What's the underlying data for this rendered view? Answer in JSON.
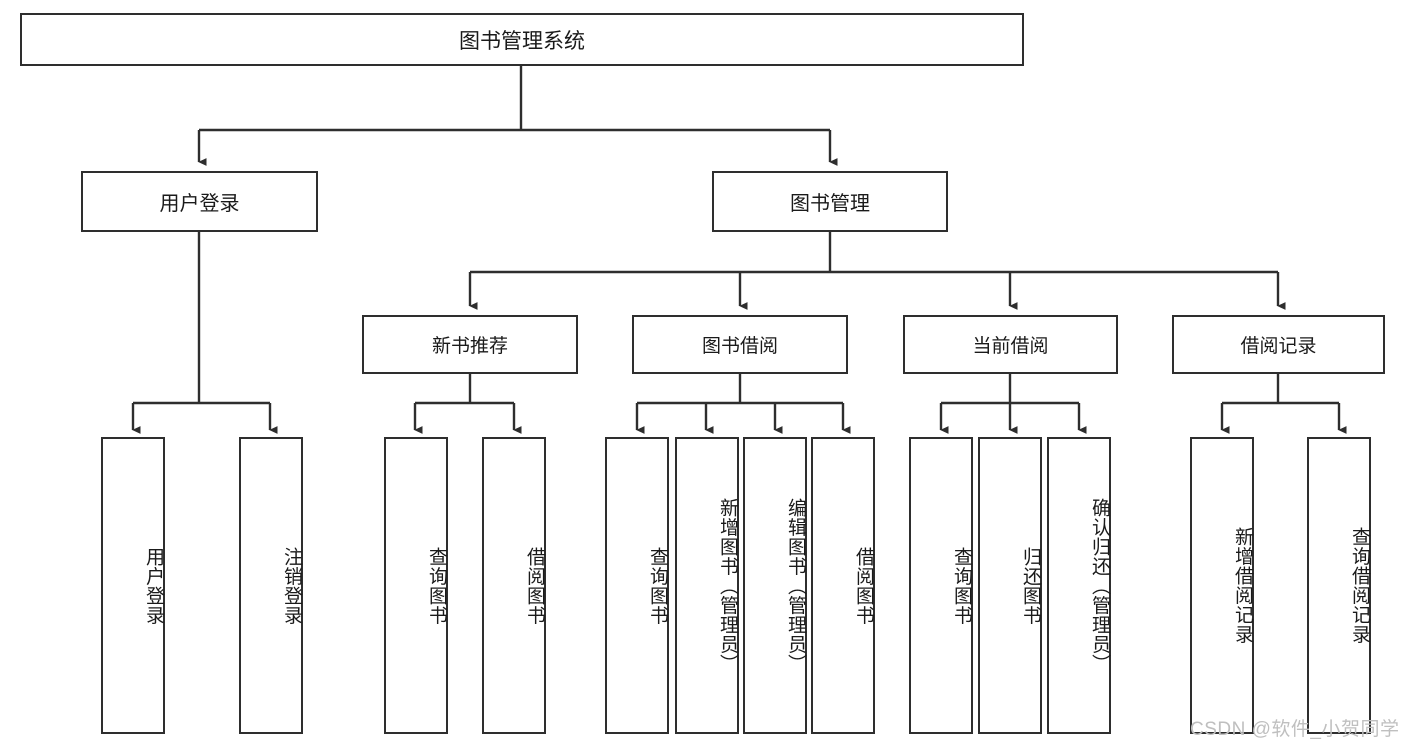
{
  "diagram": {
    "type": "tree-hierarchy-chart",
    "title": "图书管理系统",
    "colors": {
      "box_border": "#2e2e2e",
      "box_fill": "#ffffff",
      "edge": "#2e2e2e",
      "text": "#1a1a1a",
      "watermark": "#bfbfbf"
    },
    "nodes": {
      "root": {
        "label": "图书管理系统"
      },
      "level1": [
        {
          "label": "用户登录"
        },
        {
          "label": "图书管理"
        }
      ],
      "level2": [
        {
          "label": "新书推荐"
        },
        {
          "label": "图书借阅"
        },
        {
          "label": "当前借阅"
        },
        {
          "label": "借阅记录"
        }
      ],
      "leaves": [
        {
          "label": "用户登录"
        },
        {
          "label": "注销登录"
        },
        {
          "label": "查询图书"
        },
        {
          "label": "借阅图书"
        },
        {
          "label": "查询图书"
        },
        {
          "label": "新增图书（管理员）"
        },
        {
          "label": "编辑图书（管理员）"
        },
        {
          "label": "借阅图书"
        },
        {
          "label": "查询图书"
        },
        {
          "label": "归还图书"
        },
        {
          "label": "确认归还（管理员）"
        },
        {
          "label": "新增借阅记录"
        },
        {
          "label": "查询借阅记录"
        }
      ]
    },
    "watermark": "CSDN @软件_小贺同学"
  }
}
